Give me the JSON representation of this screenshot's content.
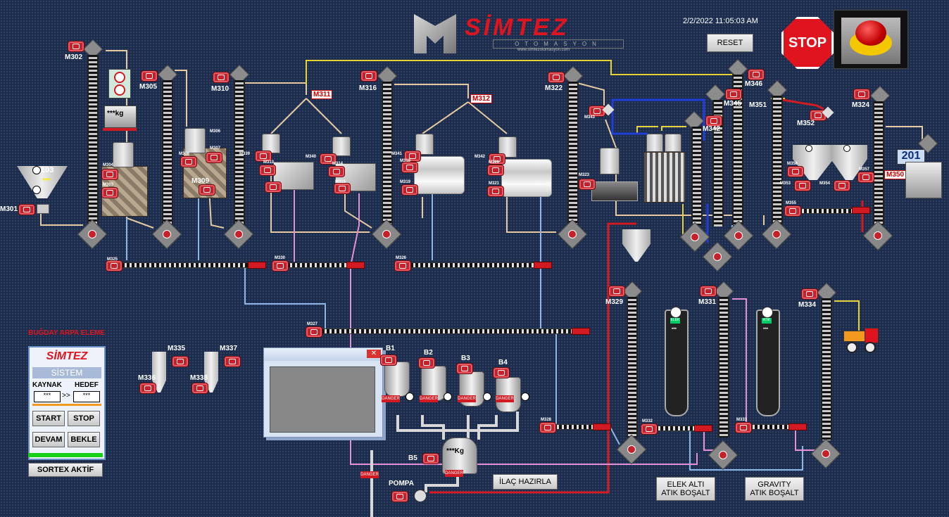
{
  "brand": {
    "name": "SİMTEZ",
    "sub": "OTOMASYON",
    "url": "www.simtezotomasyon.com"
  },
  "datetime": "2/2/2022 11:05:03 AM",
  "header": {
    "reset_label": "RESET",
    "stop_label": "STOP"
  },
  "feed": {
    "hopper_value": "103",
    "hopper_stars": "***",
    "motor": "M301"
  },
  "scale": {
    "reading": "***kg"
  },
  "motors": {
    "m302": "M302",
    "m305": "M305",
    "m310": "M310",
    "m316": "M316",
    "m322": "M322",
    "m346": "M346",
    "m345": "M345",
    "m351": "M351",
    "m324": "M324",
    "m342": "M342",
    "m352": "M352",
    "m350": "M350",
    "m323": "M323",
    "m343": "M343",
    "m309": "M309",
    "m329": "M329",
    "m331": "M331",
    "m334": "M334",
    "m335": "M335",
    "m337": "M337",
    "m336": "M336",
    "m338": "M338",
    "m325": "M325",
    "m330": "M330",
    "m326": "M326",
    "m327": "M327",
    "m328": "M328",
    "m332": "M332",
    "m333": "M333",
    "m355": "M355",
    "m356": "M356",
    "m353": "M353",
    "m354": "M354",
    "m357": "M357",
    "m339": "M339",
    "m340": "M340",
    "m341": "M341",
    "m342b": "M342",
    "m304": "M304",
    "m303": "M303",
    "m306": "M306",
    "m307": "M307",
    "m308": "M308",
    "m313": "M313",
    "m314": "M314",
    "m318": "M318",
    "m320": "M320",
    "m319": "M319",
    "m321": "M321",
    "m315": "M315"
  },
  "splitters": {
    "m311": "M311",
    "m312": "M312"
  },
  "silo_201": "201",
  "bins": {
    "b1": "B1",
    "b2": "B2",
    "b3": "B3",
    "b4": "B4",
    "b5": "B5",
    "mix_reading": "***Kg"
  },
  "pump_label": "POMPA",
  "danger_label": "DANGER",
  "columns": {
    "elek_label": "ELEK",
    "atik_label": "ATIK",
    "stars": "***"
  },
  "title_red": "BUĞDAY ARPA ELEME",
  "panel": {
    "brand": "SİMTEZ",
    "sistem": "SİSTEM",
    "kaynak_label": "KAYNAK",
    "hedef_label": "HEDEF",
    "kaynak_value": "***",
    "hedef_value": "***",
    "arrow": ">>",
    "start": "START",
    "stop": "STOP",
    "devam": "DEVAM",
    "bekle": "BEKLE"
  },
  "sortex_label": "SORTEX AKTİF",
  "ilac_label": "İLAÇ HAZIRLA",
  "elek_alti": {
    "line1": "ELEK ALTI",
    "line2": "ATIK BOŞALT"
  },
  "gravity": {
    "line1": "GRAVITY",
    "line2": "ATIK BOŞALT"
  },
  "colors": {
    "accent_red": "#d11a22",
    "background": "#1d2c4a",
    "pipe_yellow": "#e8d23a",
    "pipe_blue": "#1f3fd8",
    "pipe_pink": "#e58fd6",
    "pipe_light_blue": "#8bb6e6",
    "pipe_tan": "#e5c9a0"
  }
}
